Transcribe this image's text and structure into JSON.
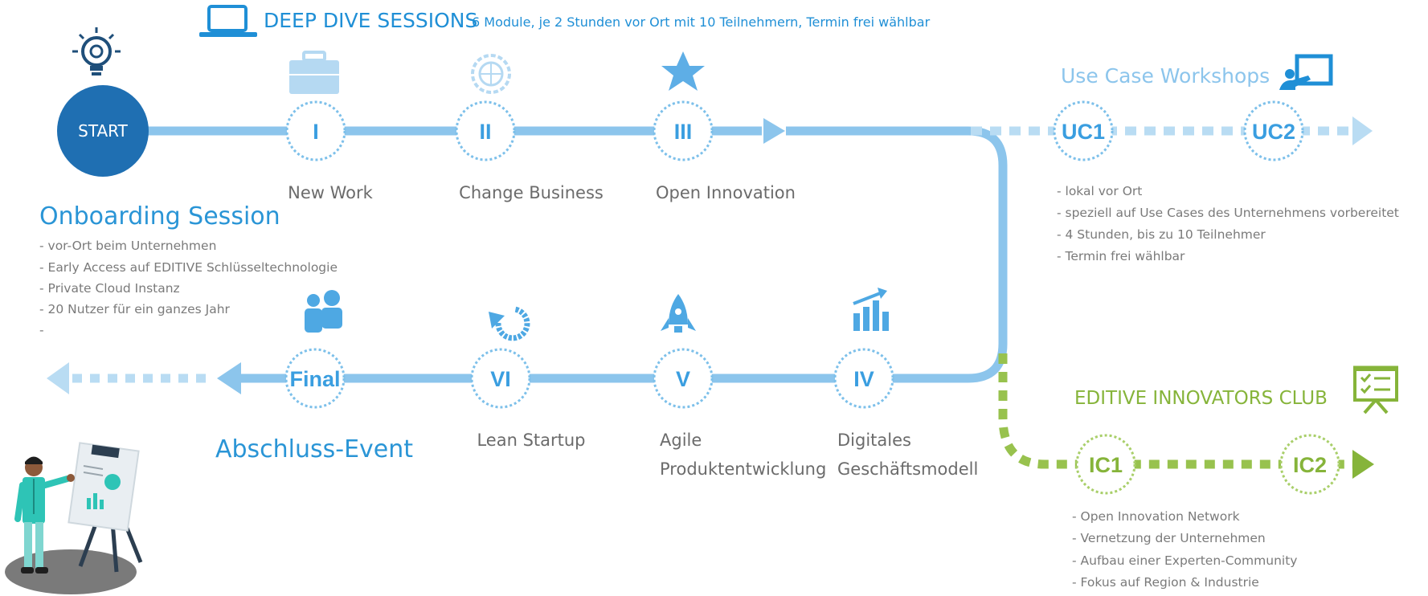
{
  "header": {
    "title": "DEEP DIVE SESSIONS",
    "subtitle": "6 Module, je 2 Stunden vor Ort mit 10 Teilnehmern, Termin frei wählbar",
    "icon": "laptop-icon"
  },
  "start": {
    "label": "START",
    "icon": "lightbulb-gear-icon"
  },
  "modules_top": [
    {
      "node": "I",
      "label": "New Work",
      "icon": "briefcase-icon"
    },
    {
      "node": "II",
      "label": "Change Business",
      "icon": "globe-gear-icon"
    },
    {
      "node": "III",
      "label": "Open Innovation",
      "icon": "star-icon"
    }
  ],
  "modules_bottom": [
    {
      "node": "IV",
      "label_line1": "Digitales",
      "label_line2": "Geschäftsmodell",
      "icon": "bar-chart-icon"
    },
    {
      "node": "V",
      "label_line1": "Agile",
      "label_line2": "Produktentwicklung",
      "icon": "rocket-icon"
    },
    {
      "node": "VI",
      "label_line1": "Lean Startup",
      "label_line2": "",
      "icon": "refresh-icon"
    },
    {
      "node": "Final",
      "label_line1": "Abschluss-Event",
      "label_line2": "",
      "icon": "people-icon"
    }
  ],
  "onboarding": {
    "title": "Onboarding Session",
    "bullets": [
      "- vor-Ort beim Unternehmen",
      "- Early Access auf EDITIVE Schlüsseltechnologie",
      "- Private Cloud Instanz",
      "- 20 Nutzer für ein ganzes Jahr",
      "-"
    ]
  },
  "use_cases": {
    "title": "Use Case Workshops",
    "icon": "presentation-board-icon",
    "nodes": [
      "UC1",
      "UC2"
    ],
    "bullets": [
      "- lokal vor Ort",
      "- speziell auf Use Cases des Unternehmens vorbereitet",
      "-  4 Stunden, bis zu 10 Teilnehmer",
      "- Termin frei wählbar"
    ]
  },
  "innovators_club": {
    "title": "EDITIVE INNOVATORS CLUB",
    "icon": "checklist-easel-icon",
    "nodes": [
      "IC1",
      "IC2"
    ],
    "bullets": [
      "- Open Innovation Network",
      "- Vernetzung der Unternehmen",
      "- Aufbau einer Experten-Community",
      "- Fokus auf Region & Industrie"
    ]
  },
  "colors": {
    "primary_blue": "#1f6fb2",
    "light_blue": "#8cc5ec",
    "node_blue": "#3a9ee0",
    "green": "#86b43a",
    "text_gray": "#6b6b6b"
  }
}
